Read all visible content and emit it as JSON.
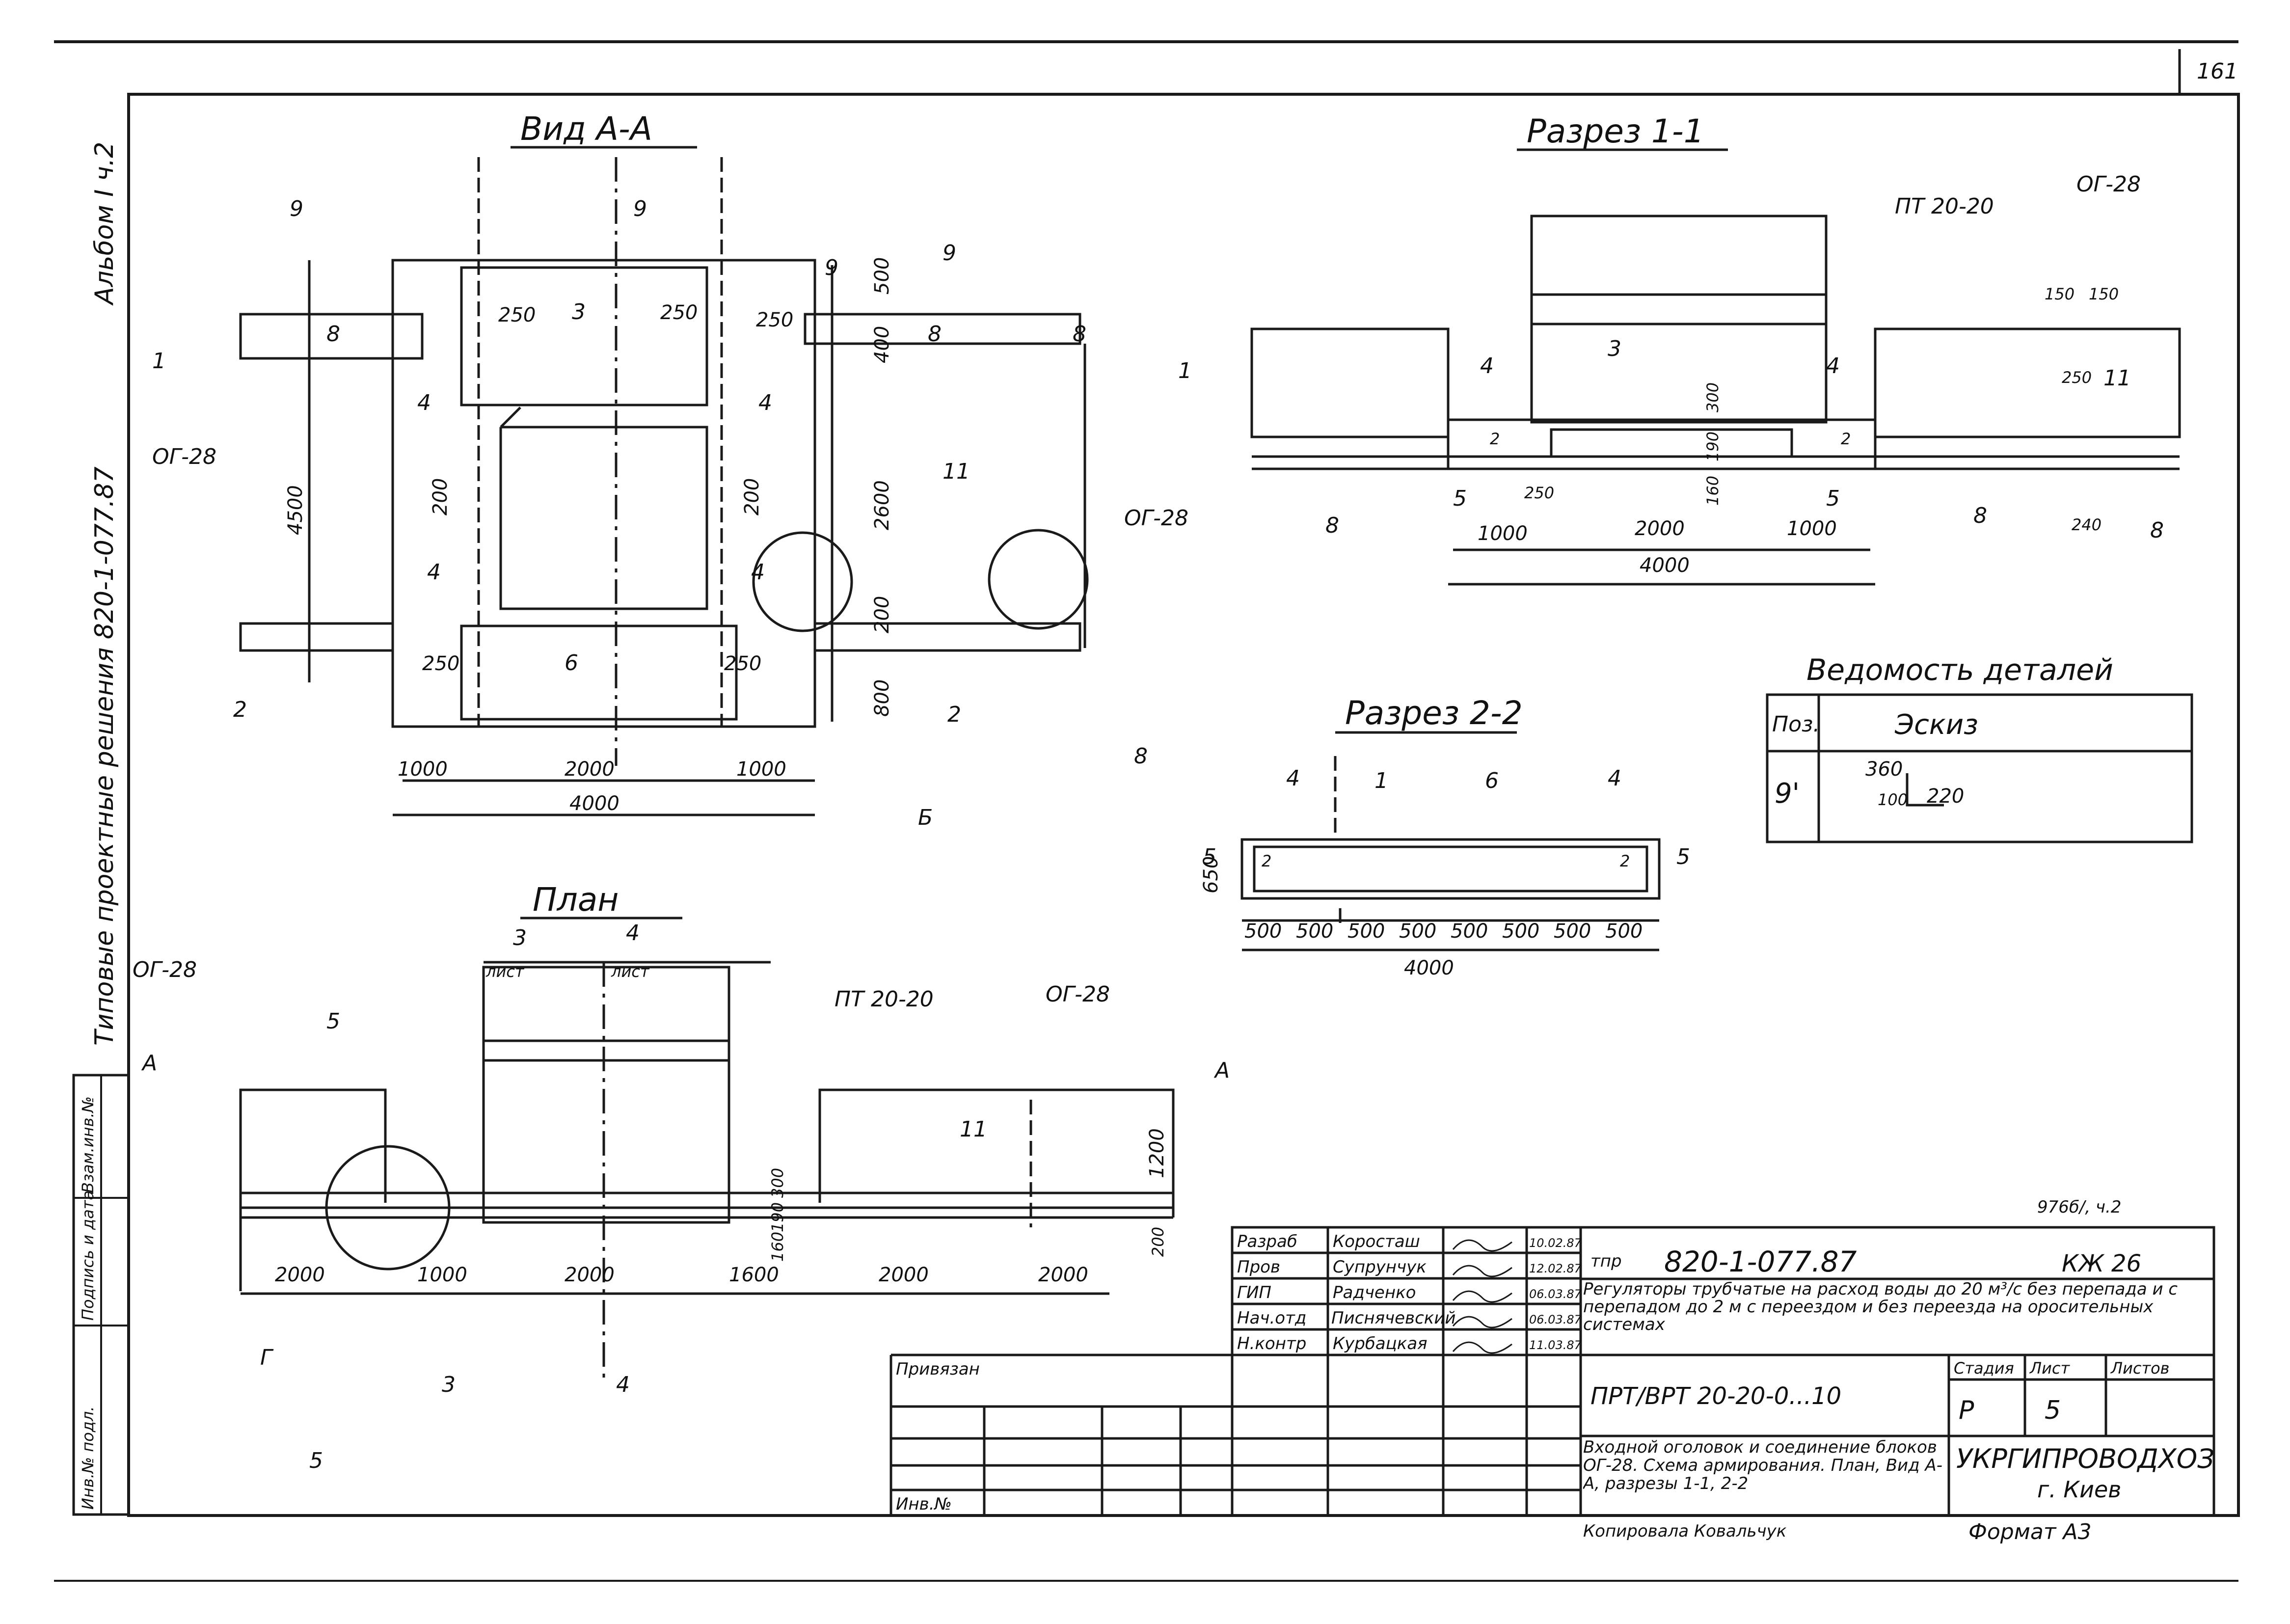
{
  "page_number": "161",
  "sheet_note": "976б/, ч.2",
  "side": {
    "album": "Альбом I ч.2",
    "series": "Типовые проектные решения 820-1-077.87",
    "stamp_inv": "Инв.№ подл.",
    "stamp_sign": "Подпись и дата",
    "stamp_swap": "Взам.инв.№"
  },
  "views": {
    "view_aa": {
      "title": "Вид А-А",
      "dims": [
        "1000",
        "2000",
        "1000",
        "4000",
        "4500",
        "500",
        "400",
        "2600",
        "200",
        "800",
        "250",
        "250",
        "250",
        "250",
        "250",
        "200",
        "200"
      ],
      "labels": [
        "9",
        "9",
        "9",
        "9",
        "3",
        "4",
        "4",
        "4",
        "4",
        "6",
        "8",
        "8",
        "8",
        "11",
        "1",
        "1",
        "2",
        "2",
        "Б",
        "8",
        "ОГ-28",
        "ОГ-28"
      ]
    },
    "section_11": {
      "title": "Разрез 1-1",
      "dims": [
        "1000",
        "2000",
        "1000",
        "4000",
        "300",
        "190",
        "160",
        "250",
        "150",
        "150",
        "250",
        "240"
      ],
      "labels": [
        "ПТ 20-20",
        "ОГ-28",
        "3",
        "4",
        "4",
        "2",
        "2",
        "5",
        "5",
        "8",
        "8",
        "8",
        "11"
      ]
    },
    "section_22": {
      "title": "Разрез 2-2",
      "dims": [
        "500",
        "500",
        "500",
        "500",
        "500",
        "500",
        "500",
        "500",
        "4000",
        "650"
      ],
      "labels": [
        "4",
        "1",
        "6",
        "4",
        "2",
        "2",
        "5",
        "5"
      ]
    },
    "plan": {
      "title": "План",
      "dims": [
        "2000",
        "1000",
        "2000",
        "1600",
        "2000",
        "2000",
        "300",
        "190",
        "160",
        "1200",
        "200"
      ],
      "labels": [
        "ОГ-28",
        "ПТ 20-20",
        "ОГ-28",
        "3",
        "лист",
        "4",
        "лист",
        "5",
        "5",
        "3",
        "4",
        "А",
        "А",
        "11",
        "Г"
      ]
    }
  },
  "details_table": {
    "title": "Ведомость деталей",
    "col_pos": "Поз.",
    "col_sketch": "Эскиз",
    "row_pos": "9'",
    "row_dims": [
      "360",
      "100",
      "220"
    ]
  },
  "title_block": {
    "roles": [
      "Разраб",
      "Пров",
      "ГИП",
      "Нач.отд",
      "Н.контр"
    ],
    "names": [
      "Короcташ",
      "Супрунчук",
      "Радченко",
      "Писнячевский",
      "Курбацкая"
    ],
    "dates": [
      "10.02.87",
      "12.02.87",
      "06.03.87",
      "06.03.87",
      "11.03.87"
    ],
    "tpr_label": "тпр",
    "project_code": "820-1-077.87",
    "sheet_code": "КЖ 26",
    "project_title": "Регуляторы трубчатые на расход воды до 20 м³/с без перепада и с перепадом до 2 м с переездом и без переезда на оросительных системах",
    "privyazan": "Привязан",
    "inv_no": "Инв.№",
    "item_code": "ПРТ/ВРТ 20-20-0...10",
    "stage_label": "Стадия",
    "sheet_label": "Лист",
    "sheets_label": "Листов",
    "stage": "Р",
    "sheet": "5",
    "drawing_title": "Входной оголовок и соединение блоков ОГ-28. Схема армирования. План, Вид А-А, разрезы 1-1, 2-2",
    "organization": "УКРГИПРОВОДХОЗ",
    "city": "г. Киев",
    "copied_by": "Копировала Ковальчук",
    "format": "Формат А3"
  }
}
